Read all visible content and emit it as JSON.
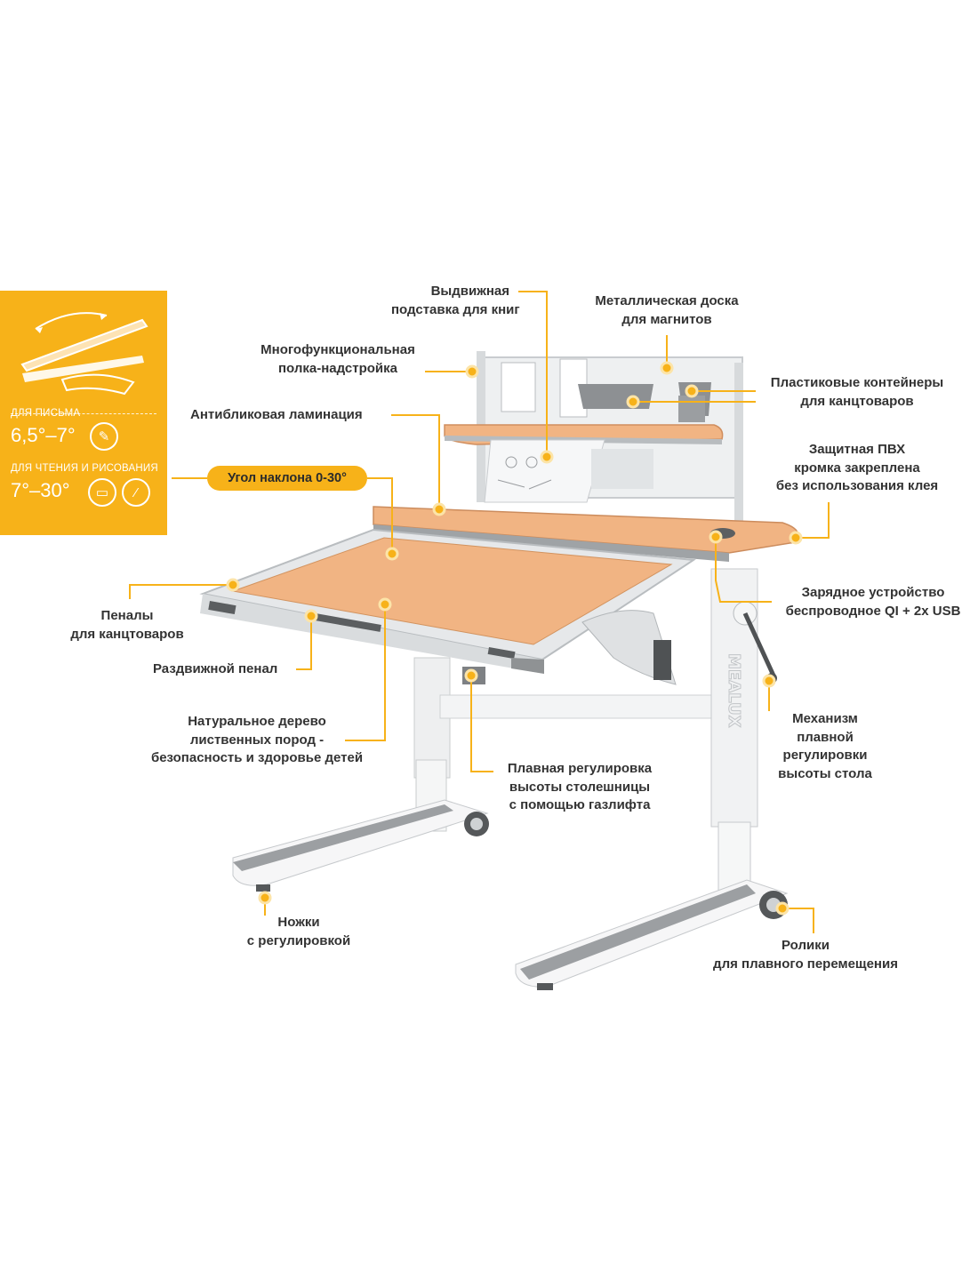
{
  "panel": {
    "writing_caption": "ДЛЯ ПИСЬМА",
    "writing_value": "6,5°–7°",
    "reading_caption": "ДЛЯ ЧТЕНИЯ И РИСОВАНИЯ",
    "reading_value": "7°–30°",
    "icons": [
      "pen-icon",
      "book-icon",
      "brush-icon"
    ]
  },
  "tilt_badge": "Угол наклона 0-30°",
  "brand_on_leg": "MEALUX",
  "labels": {
    "book_stand": [
      "Выдвижная",
      "подставка для книг"
    ],
    "magnet_board": [
      "Металлическая доска",
      "для магнитов"
    ],
    "shelf": [
      "Многофункциональная",
      "полка-надстройка"
    ],
    "containers": [
      "Пластиковые контейнеры",
      "для канцтоваров"
    ],
    "anti_glare": [
      "Антибликовая ламинация"
    ],
    "pvc_edge": [
      "Защитная ПВХ",
      "кромка закреплена",
      "без использования клея"
    ],
    "pencil_cases": [
      "Пеналы",
      "для канцтоваров"
    ],
    "charger": [
      "Зарядное устройство",
      "беспроводное QI + 2x USB"
    ],
    "sliding_case": [
      "Раздвижной пенал"
    ],
    "mechanism": [
      "Механизм",
      "плавной",
      "регулировки",
      "высоты стола"
    ],
    "wood": [
      "Натуральное дерево",
      "лиственных пород -",
      "безопасность и здоровье детей"
    ],
    "gaslift": [
      "Плавная регулировка",
      "высоты столешницы",
      "с помощью газлифта"
    ],
    "feet": [
      "Ножки",
      "с регулировкой"
    ],
    "wheels": [
      "Ролики",
      "для плавного перемещения"
    ]
  },
  "colors": {
    "accent": "#f7b219",
    "wood": "#f1b483",
    "frame": "#e9ebec",
    "gray": "#8f9294",
    "leader": "#f7b219"
  }
}
